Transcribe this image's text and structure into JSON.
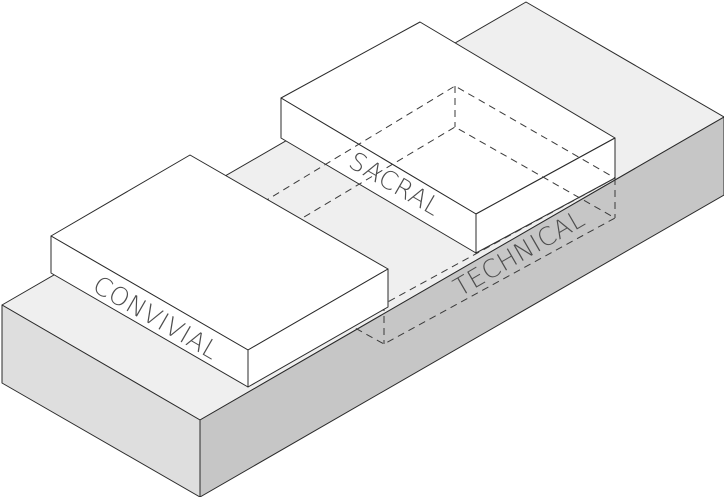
{
  "labels": {
    "convivial": "CONVIVIAL",
    "sacral": "SACRAL",
    "technical": "TECHNICAL"
  },
  "colors": {
    "top_face": "#efefef",
    "front_face": "#dedede",
    "side_face": "#c6c6c6",
    "box_face": "#ffffff",
    "line": "#2b2b2b",
    "text": "#4d4d4d"
  }
}
